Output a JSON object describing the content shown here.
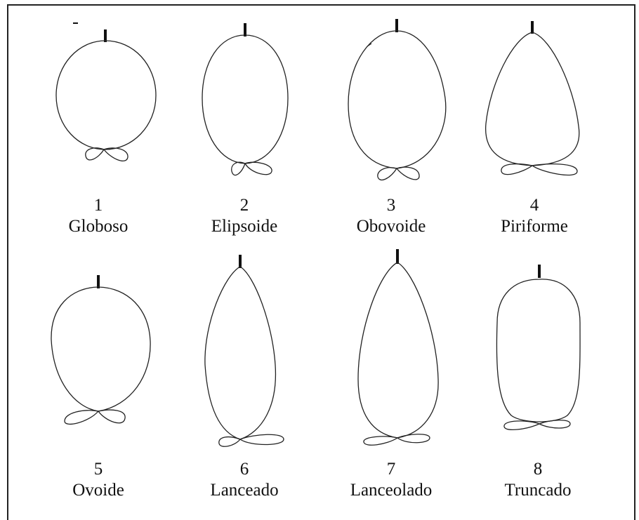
{
  "shapes": [
    {
      "number": "1",
      "name": "Globoso"
    },
    {
      "number": "2",
      "name": "Elipsoide"
    },
    {
      "number": "3",
      "name": "Obovoide"
    },
    {
      "number": "4",
      "name": "Piriforme"
    },
    {
      "number": "5",
      "name": "Ovoide"
    },
    {
      "number": "6",
      "name": "Lanceado"
    },
    {
      "number": "7",
      "name": "Lanceolado"
    },
    {
      "number": "8",
      "name": "Truncado"
    }
  ]
}
